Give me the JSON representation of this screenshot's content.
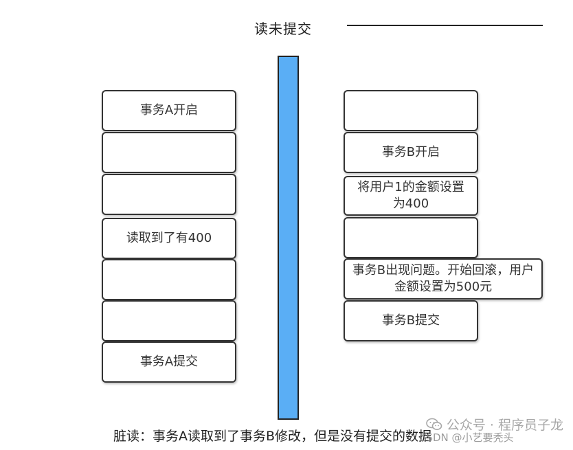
{
  "title": "读未提交",
  "left_column": [
    "事务A开启",
    "",
    "",
    "读取到了有400",
    "",
    "",
    "事务A提交"
  ],
  "right_column": [
    "",
    "事务B开启",
    "将用户1的金额设置为400",
    "",
    "事务B出现问题。开始回滚，用户金额设置为500元",
    "事务B提交"
  ],
  "caption": "脏读：事务A读取到了事务B修改，但是没有提交的数据",
  "watermark": {
    "account": "公众号 · 程序员子龙",
    "csdn": "CSDN @小艺要秃头"
  },
  "colors": {
    "timeline": "#5aaef5",
    "border": "#333333"
  }
}
